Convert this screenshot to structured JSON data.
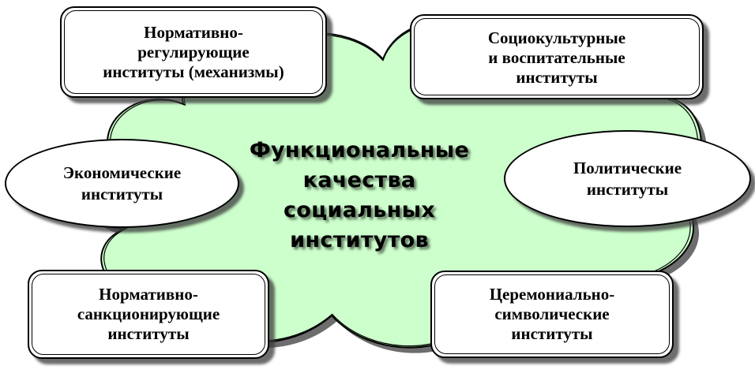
{
  "center": {
    "title": "Функциональные\nкачества\nсоциальных\nинститутов"
  },
  "nodes": {
    "top_left": "Нормативно-\nрегулирующие\nинституты (механизмы)",
    "top_right": "Социокультурные\nи воспитательные\nинституты",
    "left": "Экономические\nинституты",
    "right": "Политические\nинституты",
    "bottom_left": "Нормативно-\nсанкционирующие\nинституты",
    "bottom_right": "Церемониально-\nсимволические\nинституты"
  },
  "colors": {
    "cloud_fill": "#ccffcc",
    "outline": "#000000",
    "shadow": "#3c3c3c",
    "box_fill": "#ffffff"
  }
}
